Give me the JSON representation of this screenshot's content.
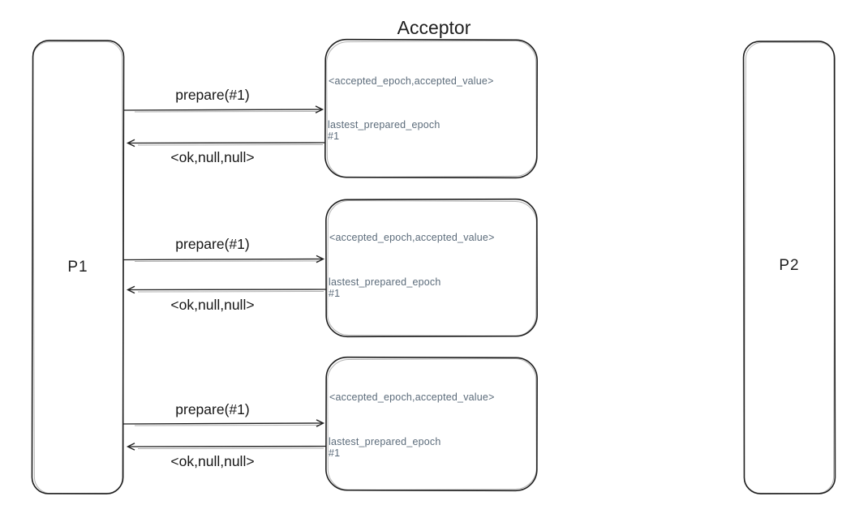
{
  "diagram": {
    "title": "Acceptor",
    "left_process": {
      "label": "P1"
    },
    "right_process": {
      "label": "P2"
    },
    "colors": {
      "background": "#ffffff",
      "ink": "#1f1f1f",
      "sketch_shadow": "#9b9b9b",
      "box_text": "#5b6b7a"
    },
    "interactions": [
      {
        "request_label": "prepare(#1)",
        "response_label": "<ok,null,null>",
        "acceptor_box": {
          "state_line": "<accepted_epoch,accepted_value>",
          "prepared_line": "lastest_prepared_epoch",
          "prepared_value": "#1"
        }
      },
      {
        "request_label": "prepare(#1)",
        "response_label": "<ok,null,null>",
        "acceptor_box": {
          "state_line": "<accepted_epoch,accepted_value>",
          "prepared_line": "lastest_prepared_epoch",
          "prepared_value": "#1"
        }
      },
      {
        "request_label": "prepare(#1)",
        "response_label": "<ok,null,null>",
        "acceptor_box": {
          "state_line": "<accepted_epoch,accepted_value>",
          "prepared_line": "lastest_prepared_epoch",
          "prepared_value": "#1"
        }
      }
    ]
  }
}
